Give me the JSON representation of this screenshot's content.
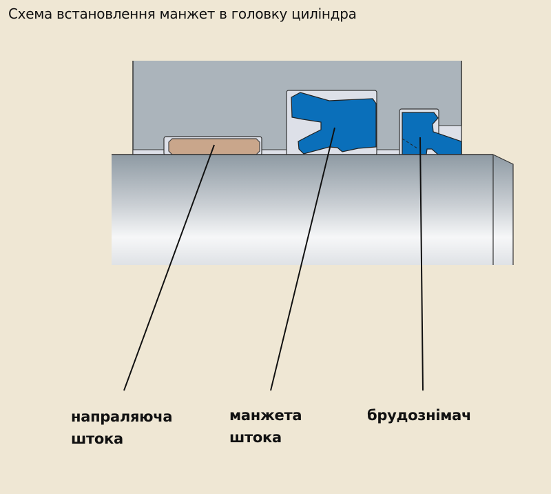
{
  "title": "Схема встановлення манжет в головку циліндра",
  "labels": {
    "guide_ring": [
      "напраляюча",
      "штока"
    ],
    "rod_seal": [
      "манжета",
      "штока"
    ],
    "wiper": [
      "брудознімач"
    ]
  },
  "colors": {
    "background": "#efe7d4",
    "housing": "#abb4bb",
    "seal": "#0a6fba",
    "guide_ring": "#c9a68b",
    "groove": "#dde0e8"
  }
}
